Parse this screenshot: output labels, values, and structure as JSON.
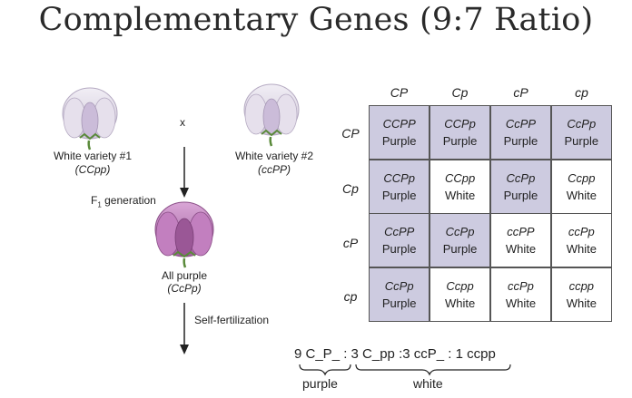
{
  "title": "Complementary Genes (9:7 Ratio)",
  "cross": {
    "parent1": {
      "label": "White variety #1",
      "genotype": "(CCpp)"
    },
    "parent2": {
      "label": "White variety #2",
      "genotype": "(ccPP)"
    },
    "cross_symbol": "x",
    "f1_label": "F",
    "f1_sub": "1",
    "f1_suffix": " generation",
    "offspring": {
      "label": "All purple",
      "genotype": "(CcPp)"
    },
    "self_fert": "Self-fertilization"
  },
  "punnett": {
    "columns": [
      "CP",
      "Cp",
      "cP",
      "cp"
    ],
    "rows": [
      "CP",
      "Cp",
      "cP",
      "cp"
    ],
    "cells": [
      [
        {
          "g": "CCPP",
          "p": "Purple"
        },
        {
          "g": "CCPp",
          "p": "Purple"
        },
        {
          "g": "CcPP",
          "p": "Purple"
        },
        {
          "g": "CcPp",
          "p": "Purple"
        }
      ],
      [
        {
          "g": "CCPp",
          "p": "Purple"
        },
        {
          "g": "CCpp",
          "p": "White"
        },
        {
          "g": "CcPp",
          "p": "Purple"
        },
        {
          "g": "Ccpp",
          "p": "White"
        }
      ],
      [
        {
          "g": "CcPP",
          "p": "Purple"
        },
        {
          "g": "CcPp",
          "p": "Purple"
        },
        {
          "g": "ccPP",
          "p": "White"
        },
        {
          "g": "ccPp",
          "p": "White"
        }
      ],
      [
        {
          "g": "CcPp",
          "p": "Purple"
        },
        {
          "g": "Ccpp",
          "p": "White"
        },
        {
          "g": "ccPp",
          "p": "White"
        },
        {
          "g": "ccpp",
          "p": "White"
        }
      ]
    ]
  },
  "ratio": {
    "text": "9 C_P_ : 3 C_pp :3 ccP_ : 1 ccpp",
    "purple_label": "purple",
    "white_label": "white"
  },
  "colors": {
    "purple_cell": "#cdcbe0",
    "grid_border": "#555555"
  }
}
